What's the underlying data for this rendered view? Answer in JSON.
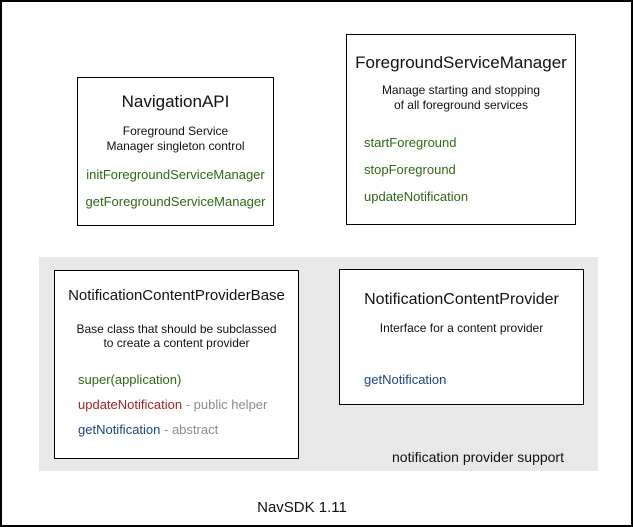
{
  "diagram": {
    "footer": "NavSDK 1.11",
    "colors": {
      "panel_bg": "#e8e8e8",
      "box_border": "#000000",
      "method_green": "#2d6a16",
      "method_red": "#a32626",
      "method_blue": "#1c4587",
      "annotation_gray": "#8c8c8c"
    },
    "boxes": [
      {
        "id": "navigation-api",
        "title": "NavigationAPI",
        "description": [
          "Foreground Service",
          "Manager singleton control"
        ],
        "methods": [
          {
            "name": "initForegroundServiceManager",
            "color": "green"
          },
          {
            "name": "getForegroundServiceManager",
            "color": "green"
          }
        ]
      },
      {
        "id": "foreground-service-manager",
        "title": "ForegroundServiceManager",
        "description": [
          "Manage starting and stopping",
          "of all foreground services"
        ],
        "methods": [
          {
            "name": "startForeground",
            "color": "green"
          },
          {
            "name": "stopForeground",
            "color": "green"
          },
          {
            "name": "updateNotification",
            "color": "green"
          }
        ]
      },
      {
        "id": "notification-content-provider-base",
        "title": "NotificationContentProviderBase",
        "description": [
          "Base class that should be subclassed",
          "to create a content provider"
        ],
        "methods": [
          {
            "name": "super(application)",
            "color": "green",
            "suffix": ""
          },
          {
            "name": "updateNotification",
            "color": "red",
            "suffix": "- public helper"
          },
          {
            "name": "getNotification",
            "color": "blue",
            "suffix": "- abstract"
          }
        ]
      },
      {
        "id": "notification-content-provider",
        "title": "NotificationContentProvider",
        "description": [
          "Interface for a content provider"
        ],
        "methods": [
          {
            "name": "getNotification",
            "color": "blue"
          }
        ]
      }
    ],
    "group": {
      "label": "notification provider support"
    }
  }
}
